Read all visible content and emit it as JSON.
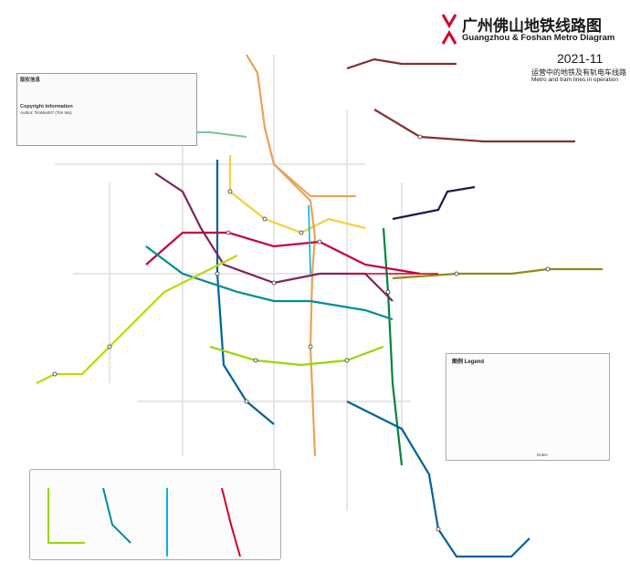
{
  "header": {
    "title_cn": "广州佛山地铁线路图",
    "title_en": "Guangzhou & Foshan Metro Diagram",
    "date": "2021-11",
    "subtitle_cn": "运营中的地铁及有轨电车线路",
    "subtitle_en": "Metro and tram lines in operation"
  },
  "copyright": {
    "heading_cn": "版权信息",
    "heading_en": "Copyright Information",
    "author": "Author: TimWu007 (Tim Wu)"
  },
  "legend": {
    "title": "图例 Legend",
    "notes_label": "Notes"
  },
  "colors": {
    "line1": "#f3d03e",
    "line2": "#00629b",
    "line3": "#ecA154",
    "line4": "#00843d",
    "line5": "#c5003e",
    "line6": "#80225f",
    "line7": "#97d700",
    "line8": "#008c95",
    "line9": "#71cc98",
    "line13": "#8e8c13",
    "line14": "#81312f",
    "line21": "#201747",
    "apm": "#00b5e2",
    "guangfo": "#c4d600",
    "red": "#d4002a"
  }
}
